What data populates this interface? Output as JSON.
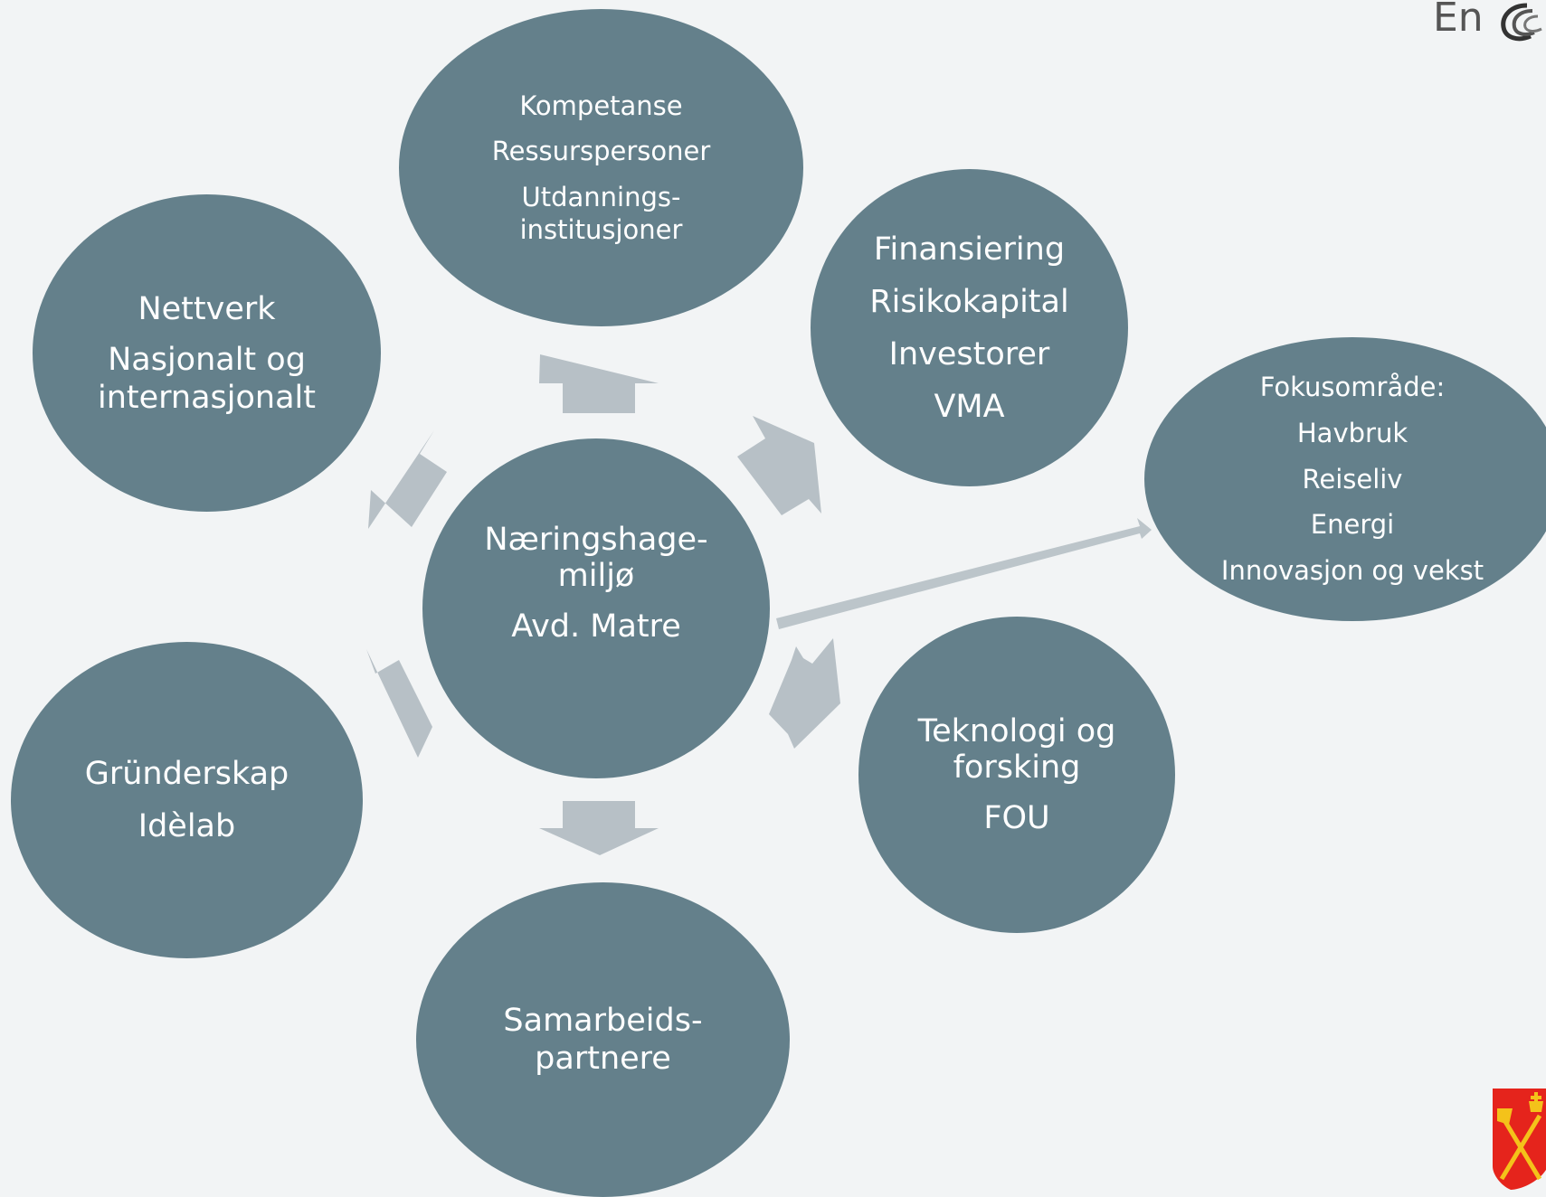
{
  "colors": {
    "background": "#f2f4f5",
    "circle": "#64808b",
    "arrow": "#b7c0c6",
    "text": "#ffffff"
  },
  "center": {
    "lines": [
      "Næringshage-",
      "miljø",
      "Avd. Matre"
    ]
  },
  "nodes": {
    "kompetanse": {
      "lines": [
        "Kompetanse",
        "Ressurspersoner",
        "Utdannings-",
        "institusjoner"
      ]
    },
    "finansiering": {
      "lines": [
        "Finansiering",
        "Risikokapital",
        "Investorer",
        "VMA"
      ]
    },
    "nettverk": {
      "lines": [
        "Nettverk",
        "Nasjonalt og",
        "internasjonalt"
      ]
    },
    "fokus": {
      "lines": [
        "Fokusområde:",
        "Havbruk",
        "Reiseliv",
        "Energi",
        "Innovasjon og vekst"
      ]
    },
    "teknologi": {
      "lines": [
        "Teknologi og",
        "forsking",
        "FOU"
      ]
    },
    "grunderskap": {
      "lines": [
        "Gründerskap",
        "Idèlab"
      ]
    },
    "samarbeid": {
      "lines": [
        "Samarbeids-",
        "partnere"
      ]
    }
  },
  "corner_text": "En",
  "icons": {
    "swirl": "swirl-logo-icon",
    "crest": "county-coat-of-arms-icon"
  }
}
